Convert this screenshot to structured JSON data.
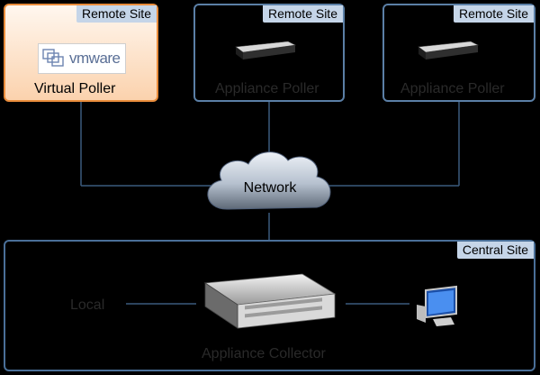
{
  "remote_sites": [
    {
      "tag": "Remote Site",
      "label": "Virtual Poller",
      "logo_text": "vmware"
    },
    {
      "tag": "Remote Site",
      "label": "Appliance Poller"
    },
    {
      "tag": "Remote Site",
      "label": "Appliance Poller"
    }
  ],
  "network": {
    "label": "Network"
  },
  "central": {
    "tag": "Central Site",
    "local_label": "Local",
    "collector_label": "Appliance Collector"
  },
  "colors": {
    "background": "#000000",
    "box_border": "#5b7fa6",
    "tag_bg": "#c5d5e8",
    "vm_fill": "#fbd2ad",
    "vm_border": "#e98c3b"
  },
  "icons": [
    "vmware-logo-icon",
    "server-icon",
    "cloud-icon",
    "monitor-icon"
  ]
}
